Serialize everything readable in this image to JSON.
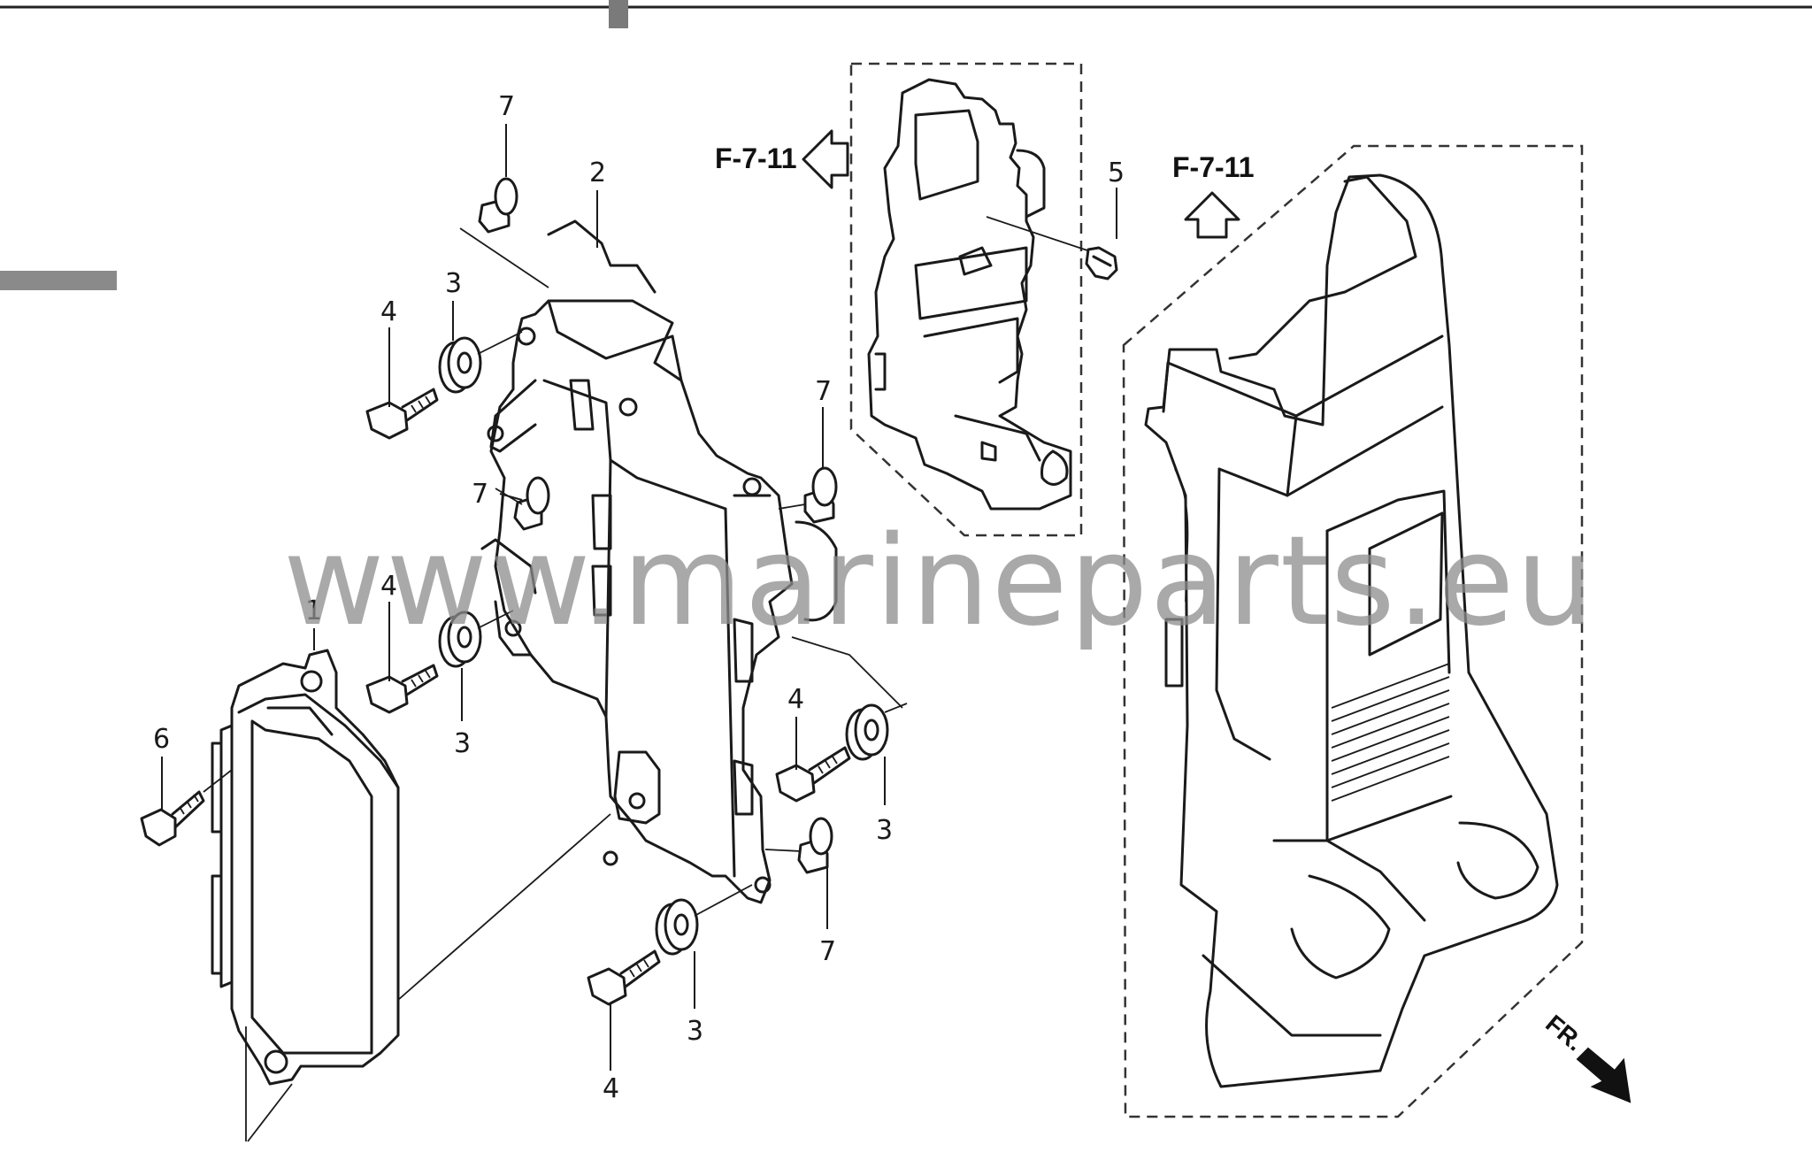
{
  "diagram": {
    "watermark": "www.marineparts.eu",
    "ref_left": "F-7-11",
    "ref_right": "F-7-11",
    "front_label": "FR.",
    "callouts": [
      {
        "id": "c7a",
        "label": "7"
      },
      {
        "id": "c2",
        "label": "2"
      },
      {
        "id": "c4a",
        "label": "4"
      },
      {
        "id": "c3a",
        "label": "3"
      },
      {
        "id": "c7b",
        "label": "7"
      },
      {
        "id": "c7c",
        "label": "7"
      },
      {
        "id": "c1",
        "label": "1"
      },
      {
        "id": "c4b",
        "label": "4"
      },
      {
        "id": "c3b",
        "label": "3"
      },
      {
        "id": "c6",
        "label": "6"
      },
      {
        "id": "c4c",
        "label": "4"
      },
      {
        "id": "c3c",
        "label": "3"
      },
      {
        "id": "c7d",
        "label": "7"
      },
      {
        "id": "c3d",
        "label": "3"
      },
      {
        "id": "c4d",
        "label": "4"
      },
      {
        "id": "c5",
        "label": "5"
      }
    ]
  }
}
